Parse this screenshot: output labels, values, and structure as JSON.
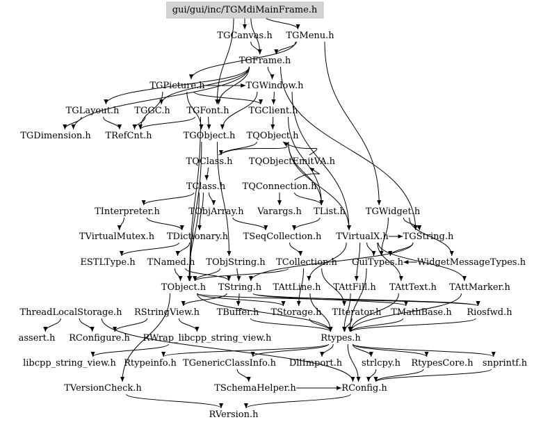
{
  "nodes": [
    {
      "id": "root",
      "label": "gui/gui/inc/TGMdiMainFrame.h",
      "root": true
    },
    {
      "id": "tgcanvas",
      "label": "TGCanvas.h"
    },
    {
      "id": "tgmenu",
      "label": "TGMenu.h"
    },
    {
      "id": "tgframe",
      "label": "TGFrame.h"
    },
    {
      "id": "tgpicture",
      "label": "TGPicture.h"
    },
    {
      "id": "tgwindow",
      "label": "TGWindow.h"
    },
    {
      "id": "tglayout",
      "label": "TGLayout.h"
    },
    {
      "id": "tggc",
      "label": "TGGC.h"
    },
    {
      "id": "tgfont",
      "label": "TGFont.h"
    },
    {
      "id": "tgclient",
      "label": "TGClient.h"
    },
    {
      "id": "tgdimension",
      "label": "TGDimension.h"
    },
    {
      "id": "trefcnt",
      "label": "TRefCnt.h"
    },
    {
      "id": "tgobject",
      "label": "TGObject.h"
    },
    {
      "id": "tqobject",
      "label": "TQObject.h"
    },
    {
      "id": "tqclass",
      "label": "TQClass.h"
    },
    {
      "id": "tqobjectemitva",
      "label": "TQObjectEmitVA.h"
    },
    {
      "id": "tclass",
      "label": "TClass.h"
    },
    {
      "id": "tqconnection",
      "label": "TQConnection.h"
    },
    {
      "id": "tinterpreter",
      "label": "TInterpreter.h"
    },
    {
      "id": "tobjarray",
      "label": "TObjArray.h"
    },
    {
      "id": "varargs",
      "label": "Varargs.h"
    },
    {
      "id": "tlist",
      "label": "TList.h"
    },
    {
      "id": "tgwidget",
      "label": "TGWidget.h"
    },
    {
      "id": "tvirtualmutex",
      "label": "TVirtualMutex.h"
    },
    {
      "id": "tdictionary",
      "label": "TDictionary.h"
    },
    {
      "id": "tseqcollection",
      "label": "TSeqCollection.h"
    },
    {
      "id": "tvirtualx",
      "label": "TVirtualX.h"
    },
    {
      "id": "tgstring",
      "label": "TGString.h"
    },
    {
      "id": "estltype",
      "label": "ESTLType.h"
    },
    {
      "id": "tnamed",
      "label": "TNamed.h"
    },
    {
      "id": "tobjstring",
      "label": "TObjString.h"
    },
    {
      "id": "tcollection",
      "label": "TCollection.h"
    },
    {
      "id": "guitypes",
      "label": "GuiTypes.h"
    },
    {
      "id": "widgetmessagetypes",
      "label": "WidgetMessageTypes.h"
    },
    {
      "id": "tobject",
      "label": "TObject.h"
    },
    {
      "id": "tstring",
      "label": "TString.h"
    },
    {
      "id": "tattline",
      "label": "TAttLine.h"
    },
    {
      "id": "tattfill",
      "label": "TAttFill.h"
    },
    {
      "id": "tatttext",
      "label": "TAttText.h"
    },
    {
      "id": "tattmarker",
      "label": "TAttMarker.h"
    },
    {
      "id": "threadlocalstorage",
      "label": "ThreadLocalStorage.h"
    },
    {
      "id": "rstringview",
      "label": "RStringView.h"
    },
    {
      "id": "tbuffer",
      "label": "TBuffer.h"
    },
    {
      "id": "tstorage",
      "label": "TStorage.h"
    },
    {
      "id": "titerator",
      "label": "TIterator.h"
    },
    {
      "id": "tmathbase",
      "label": "TMathBase.h"
    },
    {
      "id": "riosfwd",
      "label": "Riosfwd.h"
    },
    {
      "id": "assert",
      "label": "assert.h"
    },
    {
      "id": "rconfigure",
      "label": "RConfigure.h"
    },
    {
      "id": "rwrap",
      "label": "RWrap_libcpp_string_view.h"
    },
    {
      "id": "rtypes",
      "label": "Rtypes.h"
    },
    {
      "id": "libcpp",
      "label": "libcpp_string_view.h"
    },
    {
      "id": "rtypeinfo",
      "label": "Rtypeinfo.h"
    },
    {
      "id": "tgenericclassinfo",
      "label": "TGenericClassInfo.h"
    },
    {
      "id": "dllimport",
      "label": "DllImport.h"
    },
    {
      "id": "strlcpy",
      "label": "strlcpy.h"
    },
    {
      "id": "rtypescore",
      "label": "RtypesCore.h"
    },
    {
      "id": "snprintf",
      "label": "snprintf.h"
    },
    {
      "id": "tversioncheck",
      "label": "TVersionCheck.h"
    },
    {
      "id": "tschemahelper",
      "label": "TSchemaHelper.h"
    },
    {
      "id": "rconfig",
      "label": "RConfig.h"
    },
    {
      "id": "rversion",
      "label": "RVersion.h"
    }
  ],
  "edges": [
    [
      "root",
      "tgcanvas"
    ],
    [
      "root",
      "tgmenu"
    ],
    [
      "root",
      "tgframe"
    ],
    [
      "root",
      "tgfont"
    ],
    [
      "tgcanvas",
      "tgframe"
    ],
    [
      "tgmenu",
      "tgframe"
    ],
    [
      "tgmenu",
      "tgpicture"
    ],
    [
      "tgmenu",
      "tgwidget"
    ],
    [
      "tgframe",
      "tgwindow"
    ],
    [
      "tgframe",
      "tglayout"
    ],
    [
      "tgframe",
      "tggc"
    ],
    [
      "tgframe",
      "tgfont"
    ],
    [
      "tgframe",
      "tgstring"
    ],
    [
      "tgframe",
      "tgdimension"
    ],
    [
      "tgpicture",
      "tgclient"
    ],
    [
      "tgpicture",
      "trefcnt"
    ],
    [
      "tgpicture",
      "tgobject"
    ],
    [
      "tgpicture",
      "tgwindow"
    ],
    [
      "tgwindow",
      "tgobject"
    ],
    [
      "tgwindow",
      "tgclient"
    ],
    [
      "tgwindow",
      "tvirtualx"
    ],
    [
      "tglayout",
      "tgdimension"
    ],
    [
      "tglayout",
      "trefcnt"
    ],
    [
      "tggc",
      "trefcnt"
    ],
    [
      "tgfont",
      "tgobject"
    ],
    [
      "tgfont",
      "trefcnt"
    ],
    [
      "tgfont",
      "tobject"
    ],
    [
      "tgclient",
      "tqobject"
    ],
    [
      "tgclient",
      "tlist"
    ],
    [
      "tgobject",
      "tobject"
    ],
    [
      "tgobject",
      "tobjstring"
    ],
    [
      "tqobject",
      "tlist"
    ],
    [
      "tqobject",
      "tqclass"
    ],
    [
      "tqobject",
      "tvirtualx"
    ],
    [
      "tqclass",
      "tqobject"
    ],
    [
      "tqclass",
      "tclass"
    ],
    [
      "tqobjectemitva",
      "tqobject"
    ],
    [
      "tqconnection",
      "tqobjectemitva"
    ],
    [
      "tqconnection",
      "tlist"
    ],
    [
      "tqconnection",
      "varargs"
    ],
    [
      "tclass",
      "tdictionary"
    ],
    [
      "tclass",
      "tobjarray"
    ],
    [
      "tclass",
      "tinterpreter"
    ],
    [
      "tclass",
      "tobject"
    ],
    [
      "tinterpreter",
      "tdictionary"
    ],
    [
      "tinterpreter",
      "tvirtualmutex"
    ],
    [
      "tobjarray",
      "tseqcollection"
    ],
    [
      "tlist",
      "tseqcollection"
    ],
    [
      "tgwidget",
      "tgstring"
    ],
    [
      "tgwidget",
      "guitypes"
    ],
    [
      "tgwidget",
      "widgetmessagetypes"
    ],
    [
      "tdictionary",
      "tnamed"
    ],
    [
      "tdictionary",
      "estltype"
    ],
    [
      "tseqcollection",
      "tcollection"
    ],
    [
      "tvirtualx",
      "guitypes"
    ],
    [
      "tvirtualx",
      "tattline"
    ],
    [
      "tvirtualx",
      "tattfill"
    ],
    [
      "tvirtualx",
      "tatttext"
    ],
    [
      "tvirtualx",
      "tattmarker"
    ],
    [
      "tvirtualx",
      "tgstring"
    ],
    [
      "tgstring",
      "tstring"
    ],
    [
      "tgstring",
      "guitypes"
    ],
    [
      "tnamed",
      "tobject"
    ],
    [
      "tnamed",
      "tstring"
    ],
    [
      "tobjstring",
      "tobject"
    ],
    [
      "tobjstring",
      "tstring"
    ],
    [
      "tcollection",
      "tobject"
    ],
    [
      "tcollection",
      "tstorage"
    ],
    [
      "tcollection",
      "titerator"
    ],
    [
      "guitypes",
      "rtypes"
    ],
    [
      "widgetmessagetypes",
      "guitypes"
    ],
    [
      "tobject",
      "rtypes"
    ],
    [
      "tobject",
      "tstorage"
    ],
    [
      "tobject",
      "tversioncheck"
    ],
    [
      "tobject",
      "riosfwd"
    ],
    [
      "tstring",
      "tbuffer"
    ],
    [
      "tstring",
      "tmathbase"
    ],
    [
      "tstring",
      "rstringview"
    ],
    [
      "tstring",
      "riosfwd"
    ],
    [
      "tattline",
      "rtypes"
    ],
    [
      "tattfill",
      "rtypes"
    ],
    [
      "tatttext",
      "rtypes"
    ],
    [
      "tattmarker",
      "rtypes"
    ],
    [
      "rstringview",
      "rconfigure"
    ],
    [
      "rstringview",
      "rwrap"
    ],
    [
      "threadlocalstorage",
      "assert"
    ],
    [
      "threadlocalstorage",
      "rconfigure"
    ],
    [
      "threadlocalstorage",
      "rconfig"
    ],
    [
      "tbuffer",
      "rtypes"
    ],
    [
      "tstorage",
      "rtypes"
    ],
    [
      "titerator",
      "rtypes"
    ],
    [
      "tmathbase",
      "rtypes"
    ],
    [
      "riosfwd",
      "rtypes"
    ],
    [
      "rwrap",
      "libcpp"
    ],
    [
      "rtypes",
      "rtypeinfo"
    ],
    [
      "rtypes",
      "tgenericclassinfo"
    ],
    [
      "rtypes",
      "dllimport"
    ],
    [
      "rtypes",
      "strlcpy"
    ],
    [
      "rtypes",
      "rtypescore"
    ],
    [
      "rtypes",
      "snprintf"
    ],
    [
      "rtypes",
      "rconfig"
    ],
    [
      "tgenericclassinfo",
      "tschemahelper"
    ],
    [
      "tschemahelper",
      "rconfig"
    ],
    [
      "rtypescore",
      "rconfig"
    ],
    [
      "strlcpy",
      "rconfig"
    ],
    [
      "snprintf",
      "rconfig"
    ],
    [
      "tversioncheck",
      "rversion"
    ],
    [
      "rconfig",
      "rversion"
    ]
  ]
}
